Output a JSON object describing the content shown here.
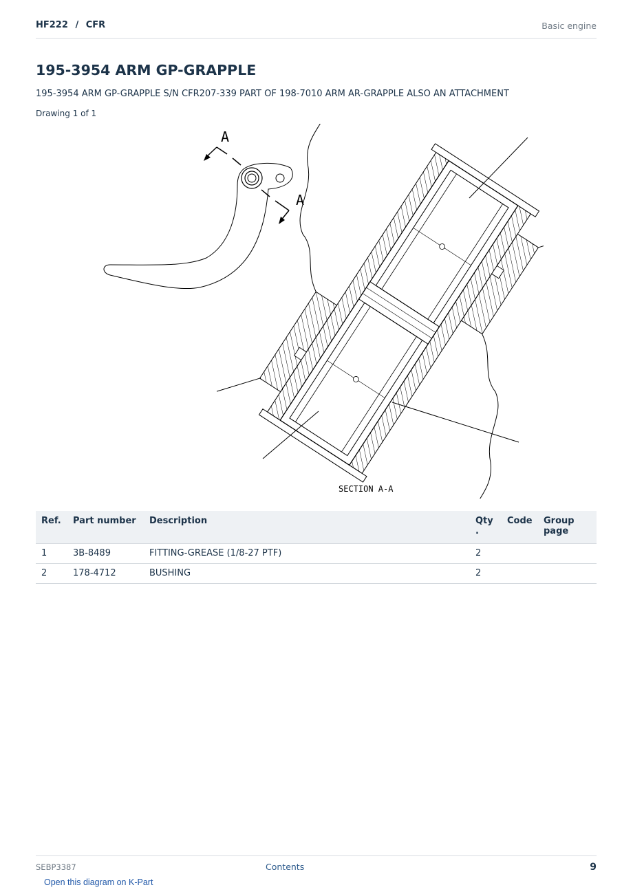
{
  "header": {
    "model": "HF222",
    "separator": "/",
    "serial": "CFR",
    "section": "Basic engine"
  },
  "title": "195-3954 ARM GP-GRAPPLE",
  "subtitle": "195-3954 ARM GP-GRAPPLE S/N CFR207-339 PART OF 198-7010 ARM AR-GRAPPLE ALSO AN ATTACHMENT",
  "drawing_count": "Drawing 1 of 1",
  "diagram": {
    "section_marker": "A",
    "section_caption": "SECTION A-A"
  },
  "parts_table": {
    "headers": {
      "ref": "Ref.",
      "part_number": "Part number",
      "description": "Description",
      "qty": "Qty",
      "qty_dot": ".",
      "code": "Code",
      "group_page": "Group",
      "group_page_2": "page"
    },
    "rows": [
      {
        "ref": "1",
        "part_number": "3B-8489",
        "description": "FITTING-GREASE (1/8-27 PTF)",
        "qty": "2",
        "code": "",
        "group_page": ""
      },
      {
        "ref": "2",
        "part_number": "178-4712",
        "description": "BUSHING",
        "qty": "2",
        "code": "",
        "group_page": ""
      }
    ]
  },
  "footer": {
    "doc_id": "SEBP3387",
    "contents": "Contents",
    "page": "9",
    "kpart_link": "Open this diagram on K-Part"
  }
}
